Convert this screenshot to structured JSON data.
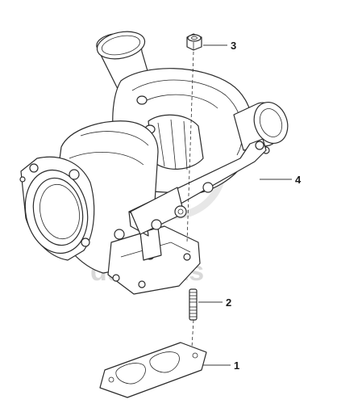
{
  "diagram": {
    "callouts": [
      {
        "id": "1",
        "label": "1"
      },
      {
        "id": "2",
        "label": "2"
      },
      {
        "id": "3",
        "label": "3"
      },
      {
        "id": "4",
        "label": "4"
      }
    ]
  },
  "watermark": {
    "text": "dafparts"
  },
  "colors": {
    "line": "#2b2b2b",
    "watermark": "#cfcfcf"
  }
}
